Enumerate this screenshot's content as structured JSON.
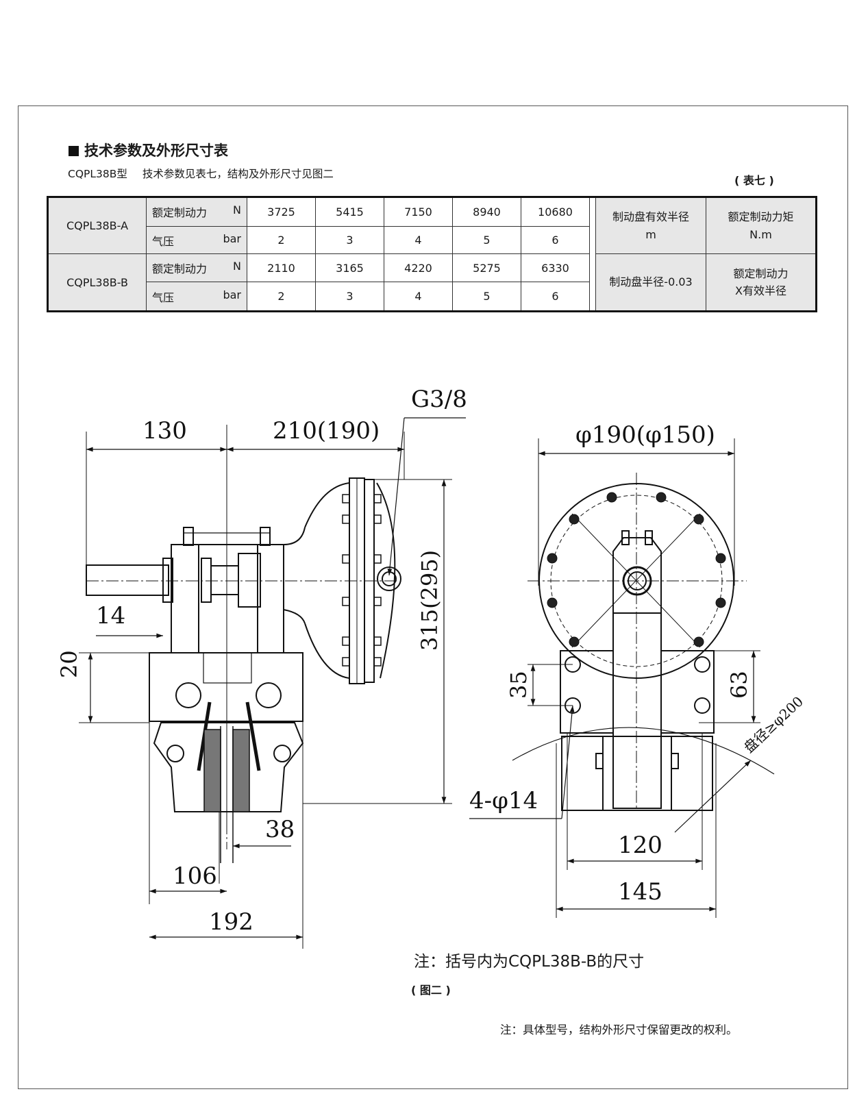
{
  "heading": "技术参数及外形尺寸表",
  "subtitle": {
    "model": "CQPL38B型",
    "text": "技术参数见表七，结构及外形尺寸见图二"
  },
  "table_number": "( 表七 )",
  "table": {
    "models": [
      "CQPL38B-A",
      "CQPL38B-B"
    ],
    "force_label": "额定制动力",
    "force_unit": "N",
    "pressure_label": "气压",
    "pressure_unit": "bar",
    "a_force": [
      "3725",
      "5415",
      "7150",
      "8940",
      "10680"
    ],
    "a_pressure": [
      "2",
      "3",
      "4",
      "5",
      "6"
    ],
    "b_force": [
      "2110",
      "3165",
      "4220",
      "5275",
      "6330"
    ],
    "b_pressure": [
      "2",
      "3",
      "4",
      "5",
      "6"
    ],
    "radius_header": "制动盘有效半径",
    "radius_unit": "m",
    "torque_header": "额定制动力矩",
    "torque_unit": "N.m",
    "radius_formula": "制动盘半径-0.03",
    "torque_formula_1": "额定制动力",
    "torque_formula_2": "X有效半径"
  },
  "drawing": {
    "dim_130": "130",
    "dim_210": "210(190)",
    "dim_g38": "G3/8",
    "dim_315": "315(295)",
    "dim_14": "14",
    "dim_20": "20",
    "dim_38": "38",
    "dim_106": "106",
    "dim_192": "192",
    "dim_4phi14": "4-φ14",
    "dim_phi190": "φ190(φ150)",
    "dim_35": "35",
    "dim_63": "63",
    "dim_disc": "盘径≥φ200",
    "dim_120": "120",
    "dim_145": "145"
  },
  "note_brackets": "注：括号内为CQPL38B-B的尺寸",
  "figure_label": "( 图二 )",
  "note_rights": "注：具体型号，结构外形尺寸保留更改的权利。"
}
